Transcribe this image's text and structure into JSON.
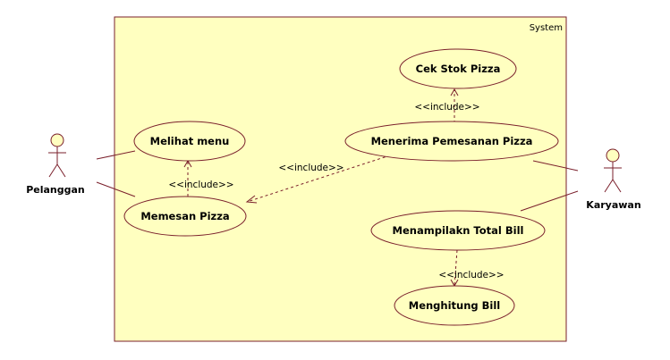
{
  "system": {
    "label": "System",
    "fill": "#ffffc0",
    "border": "#7a1f2b"
  },
  "actors": {
    "pelanggan": "Pelanggan",
    "karyawan": "Karyawan"
  },
  "use_cases": {
    "cek_stok": "Cek Stok Pizza",
    "melihat_menu": "Melihat menu",
    "menerima_pesanan": "Menerima Pemesanan Pizza",
    "memesan_pizza": "Memesan Pizza",
    "menampilkan_total": "Menampilakn Total Bill",
    "menghitung_bill": "Menghitung Bill"
  },
  "relations": {
    "include_cek_stok": "<<include>>",
    "include_melihat_menu": "<<include>>",
    "include_memesan_pizza": "<<include>>",
    "include_menghitung_bill": "<<include>>"
  }
}
